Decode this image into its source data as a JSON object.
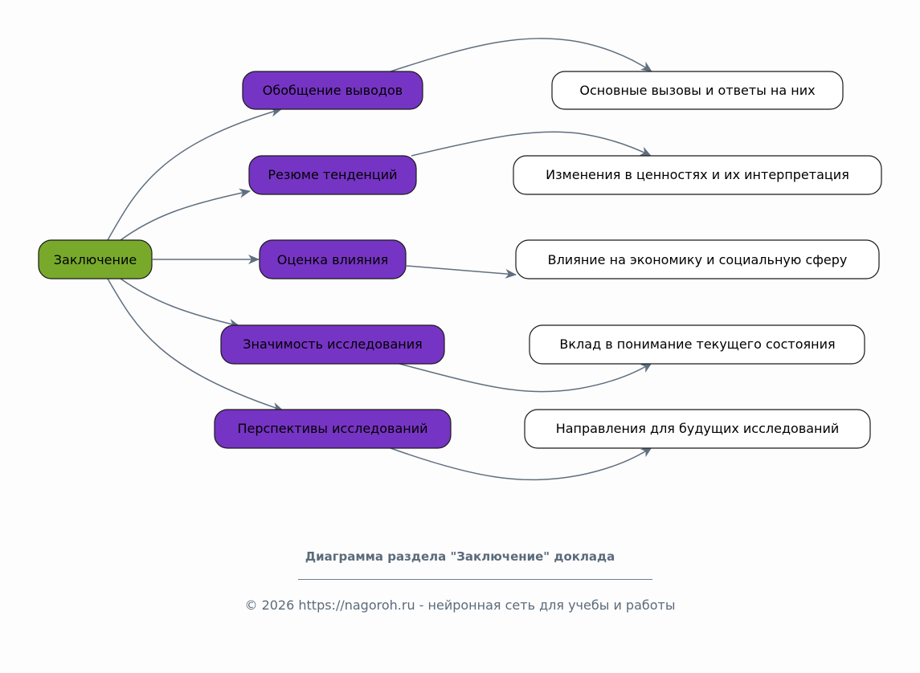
{
  "colors": {
    "root_fill": "#78a92b",
    "level1_fill": "#7634c4",
    "level2_fill": "#ffffff",
    "edge": "#5f6f7f",
    "caption": "#5b6b7b"
  },
  "root": {
    "label": "Заключение"
  },
  "branches": [
    {
      "label": "Обобщение выводов",
      "child": "Основные вызовы и ответы на них"
    },
    {
      "label": "Резюме тенденций",
      "child": "Изменения в ценностях и их интерпретация"
    },
    {
      "label": "Оценка влияния",
      "child": "Влияние на экономику и социальную сферу"
    },
    {
      "label": "Значимость исследования",
      "child": "Вклад в понимание текущего состояния"
    },
    {
      "label": "Перспективы исследований",
      "child": "Направления для будущих исследований"
    }
  ],
  "caption": {
    "title": "Диаграмма раздела \"Заключение\" доклада",
    "copyright": "© 2026 https://nagoroh.ru - нейронная сеть для учебы и работы"
  }
}
